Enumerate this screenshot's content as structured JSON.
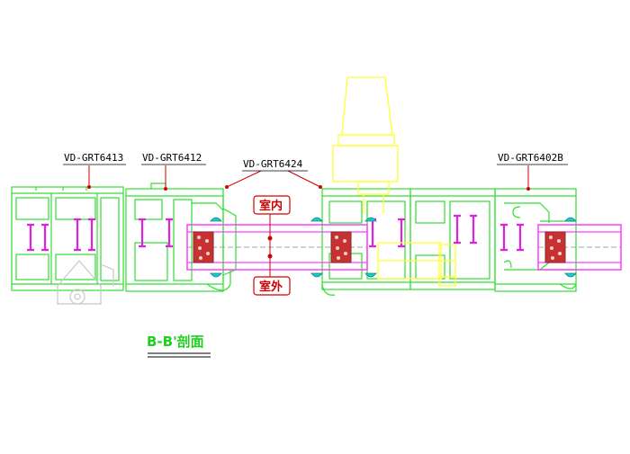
{
  "labels": {
    "part_a": "VD-GRT6413",
    "part_b": "VD-GRT6412",
    "part_c": "VD-GRT6424",
    "part_d": "VD-GRT6402B",
    "indoor": "室内",
    "outdoor": "室外",
    "section_title": "B-B'剖面"
  },
  "colors": {
    "profile": "#33dd33",
    "insulation_strip": "#e020e0",
    "glass_edge": "#ff3fff",
    "spacer": "#8a2a2a",
    "handle": "#ffff33",
    "gasket": "#20c8c8",
    "leader": "#d00000",
    "section_title": "#1fd01f"
  }
}
